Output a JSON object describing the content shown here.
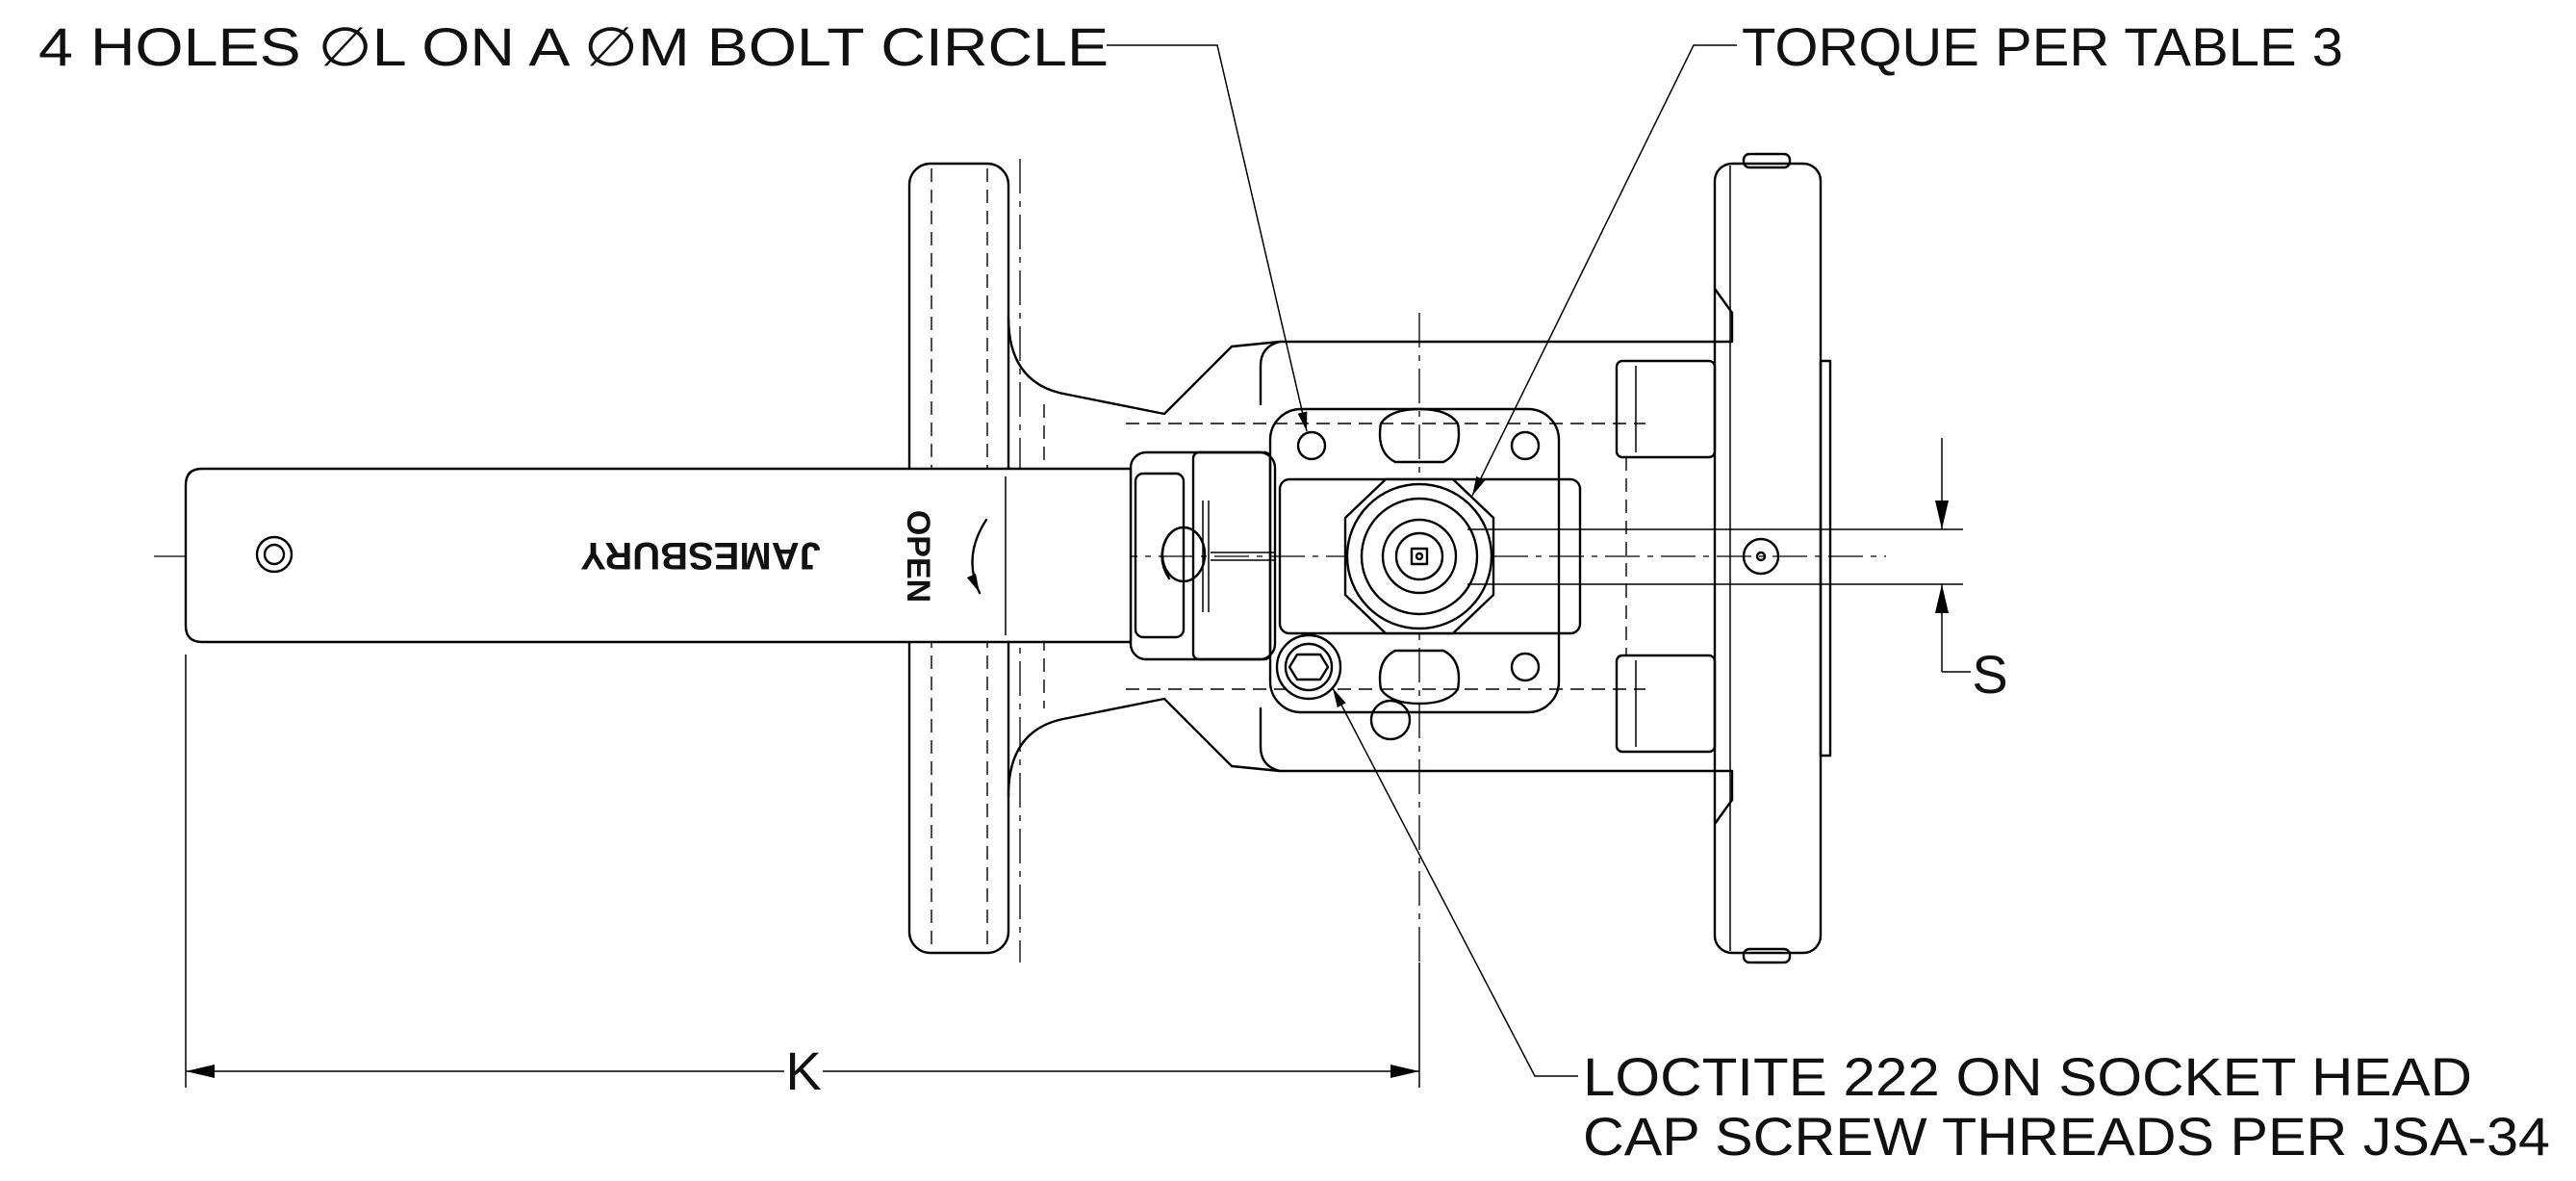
{
  "annotations": {
    "holes_note": "4 HOLES ∅L ON A ∅M BOLT CIRCLE",
    "torque_note": "TORQUE PER TABLE 3",
    "loctite_line1": "LOCTITE 222 ON SOCKET HEAD",
    "loctite_line2": "CAP SCREW THREADS PER JSA-34"
  },
  "handle": {
    "brand": "JAMESBURY",
    "open_label": "OPEN"
  },
  "dimensions": {
    "k": "K",
    "s": "S"
  }
}
